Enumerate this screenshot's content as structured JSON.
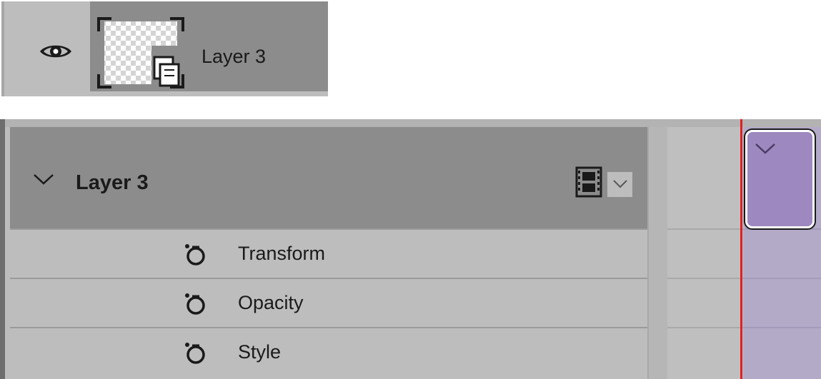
{
  "layers_panel": {
    "layer_name": "Layer 3",
    "icons": {
      "visibility": "eye-icon",
      "thumbnail": "smart-object-thumbnail-icon"
    }
  },
  "timeline": {
    "group": {
      "name": "Layer 3",
      "icons": [
        "chevron-down-icon",
        "film-strip-icon",
        "chevron-down-icon"
      ]
    },
    "properties": [
      {
        "label": "Transform",
        "icon": "stopwatch-icon"
      },
      {
        "label": "Opacity",
        "icon": "stopwatch-icon"
      },
      {
        "label": "Style",
        "icon": "stopwatch-icon"
      }
    ]
  },
  "colors": {
    "panel_bg": "#bdbdbd",
    "selected_row": "#8c8c8c",
    "clip_fill": "#9e88c0",
    "clip_lane": "#b3aac8",
    "playhead": "#e0201e",
    "text": "#1a1a1a"
  }
}
